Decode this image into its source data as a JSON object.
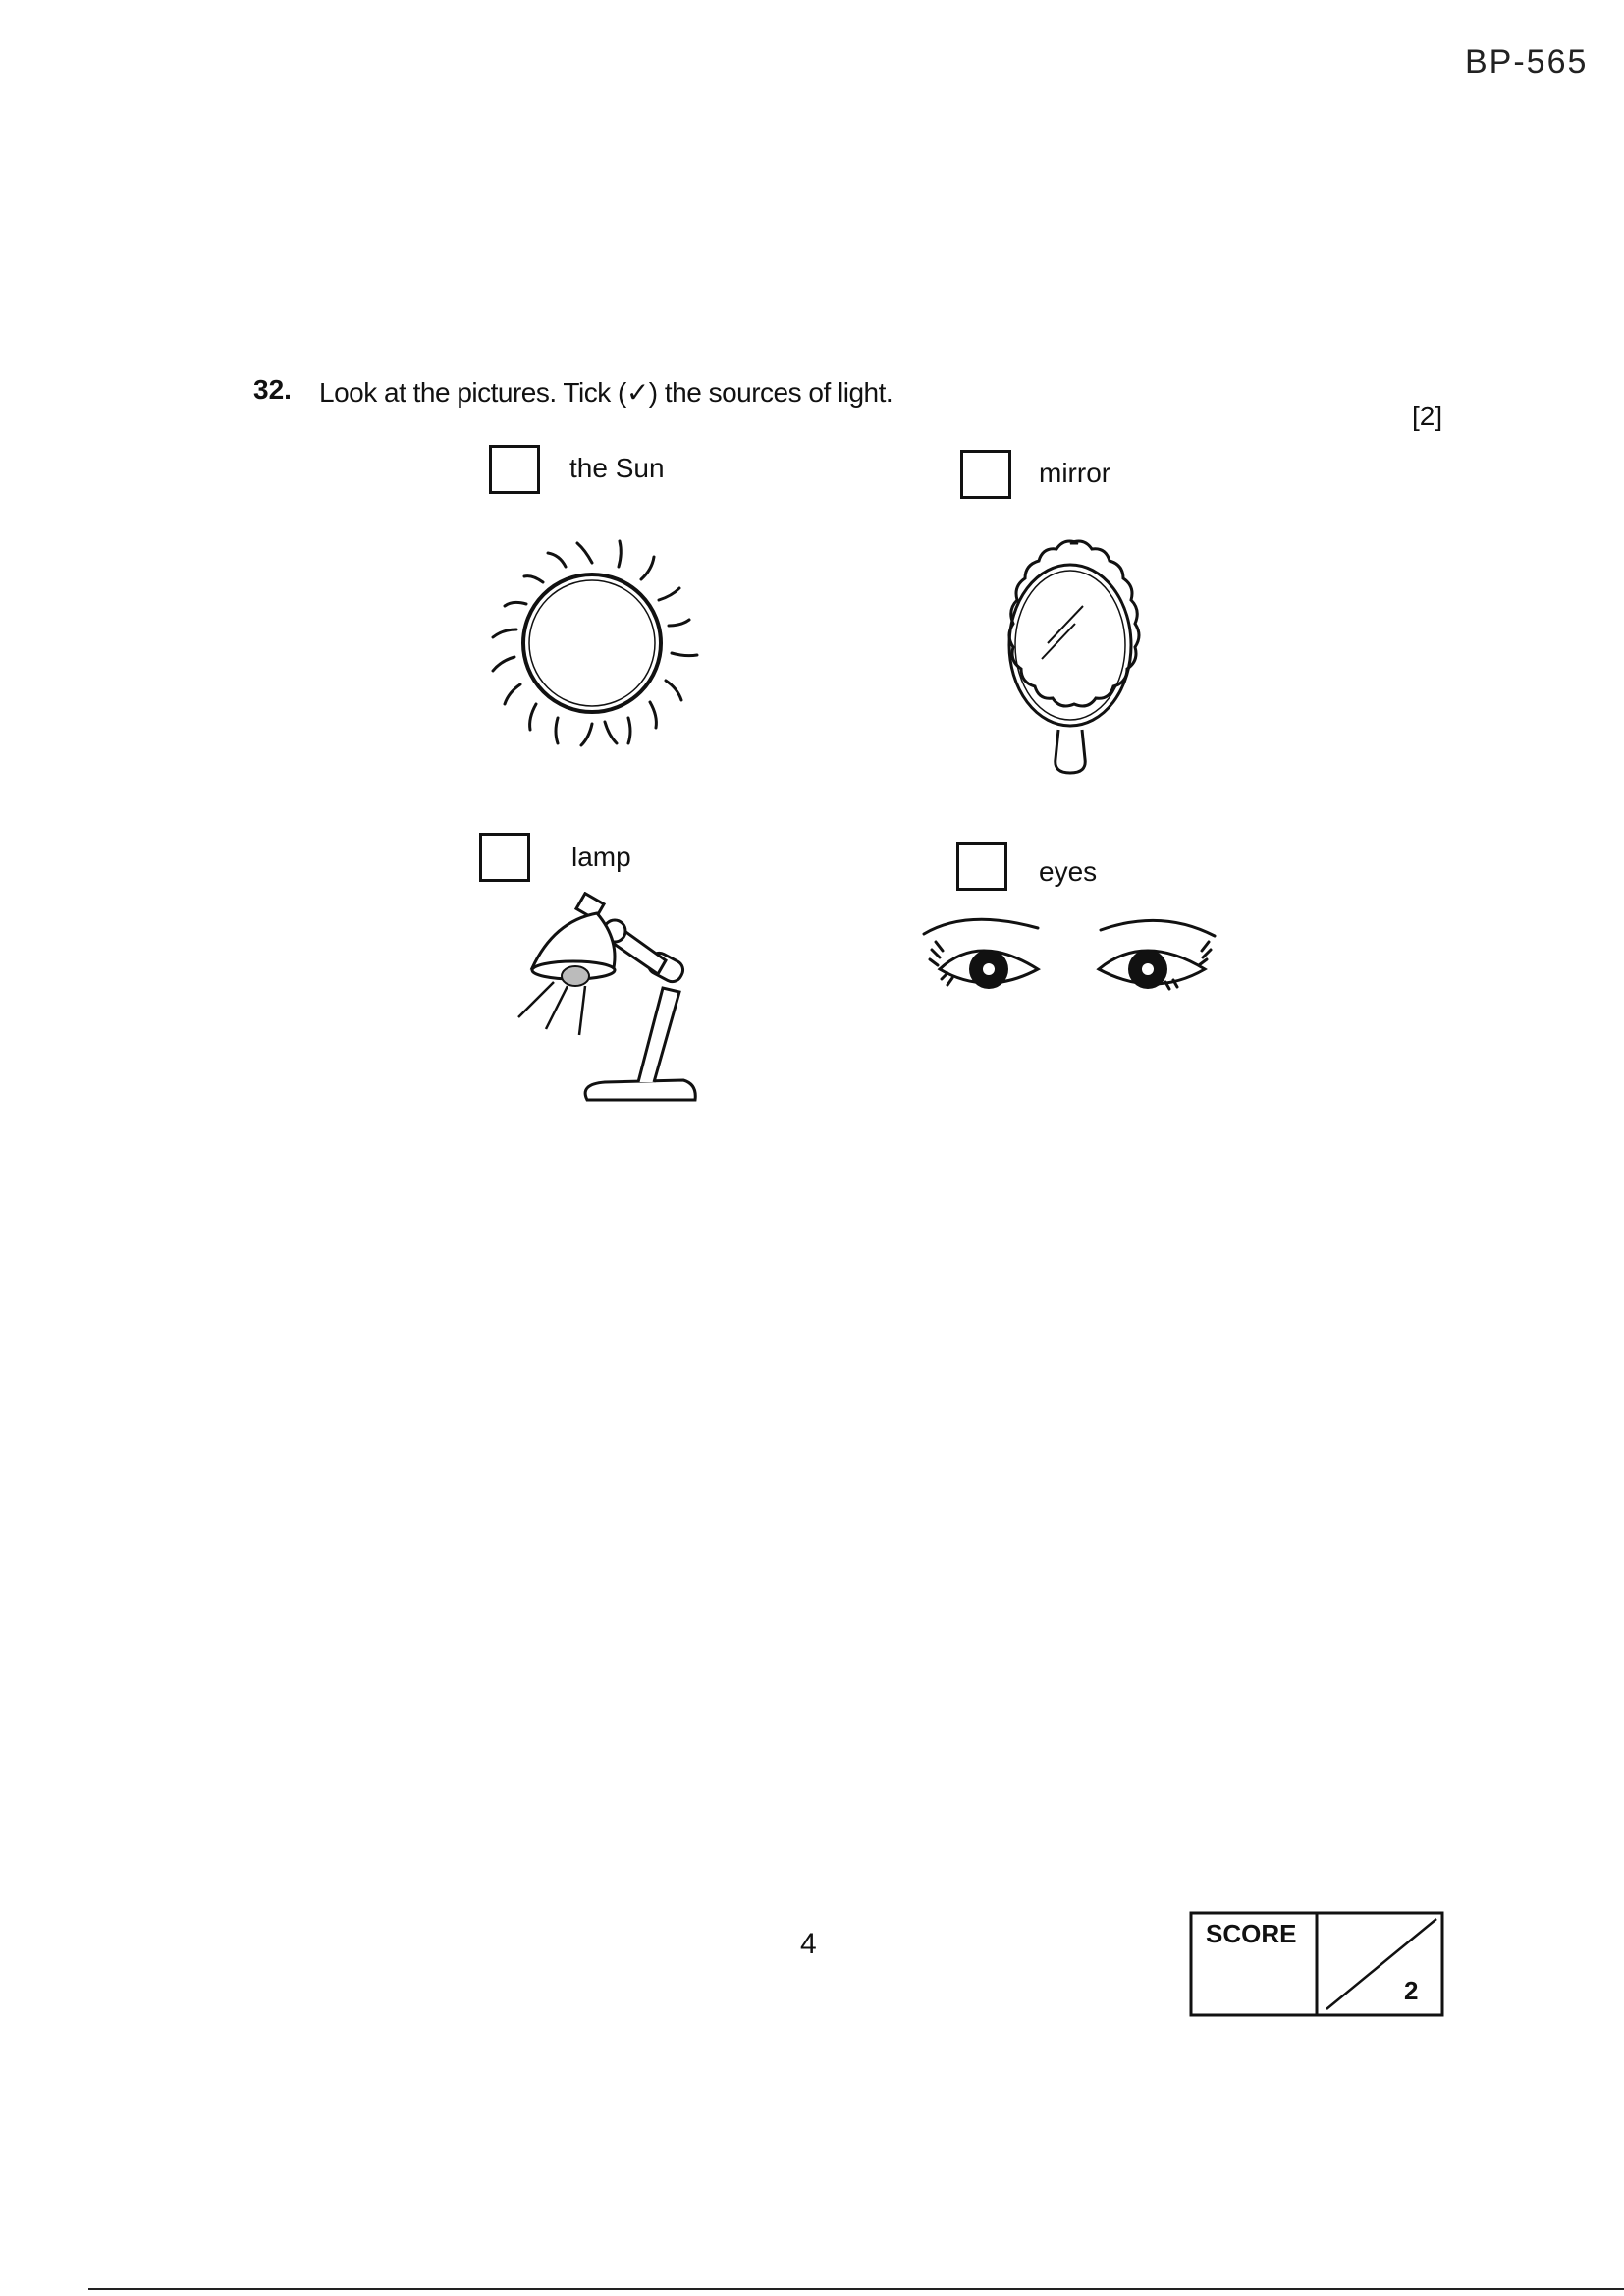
{
  "header": {
    "code": "BP-565"
  },
  "question": {
    "number": "32.",
    "text": "Look at the pictures. Tick (✓) the sources of light.",
    "marks": "[2]"
  },
  "options": [
    {
      "label": "the Sun",
      "icon": "sun-icon"
    },
    {
      "label": "mirror",
      "icon": "mirror-icon"
    },
    {
      "label": "lamp",
      "icon": "lamp-icon"
    },
    {
      "label": "eyes",
      "icon": "eyes-icon"
    }
  ],
  "footer": {
    "page_number": "4",
    "score_label": "SCORE",
    "score_total": "2"
  }
}
